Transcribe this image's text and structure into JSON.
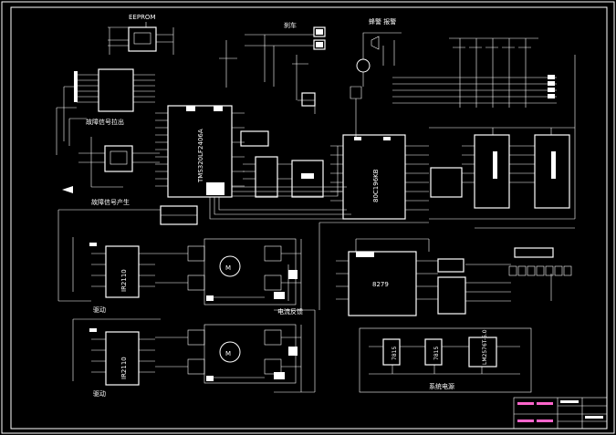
{
  "labels": {
    "eeprom": "EEPROM",
    "brake": "刹车",
    "buzzer_alarm": "蜂警 报警",
    "fault_signal_latch": "故障信号拉出",
    "fault_signal_generate": "故障信号产生",
    "dsp_chip": "TMS320LF2406A",
    "controller_chip": "80C196KB",
    "display_driver": "8279",
    "driver_top": "驱动",
    "driver_bottom": "驱动",
    "current_feedback": "电流反馈",
    "system_power": "系统电源",
    "gate_driver_top": "IR2110",
    "gate_driver_bottom": "IR2110",
    "motor_top": "M",
    "motor_bottom": "M",
    "regulator_1": "7815",
    "regulator_2": "7815",
    "regulator_3": "LM2576T-5.0"
  },
  "colors": {
    "background": "#000000",
    "line": "#ffffff",
    "title_block_accent": "#ff66cc"
  }
}
